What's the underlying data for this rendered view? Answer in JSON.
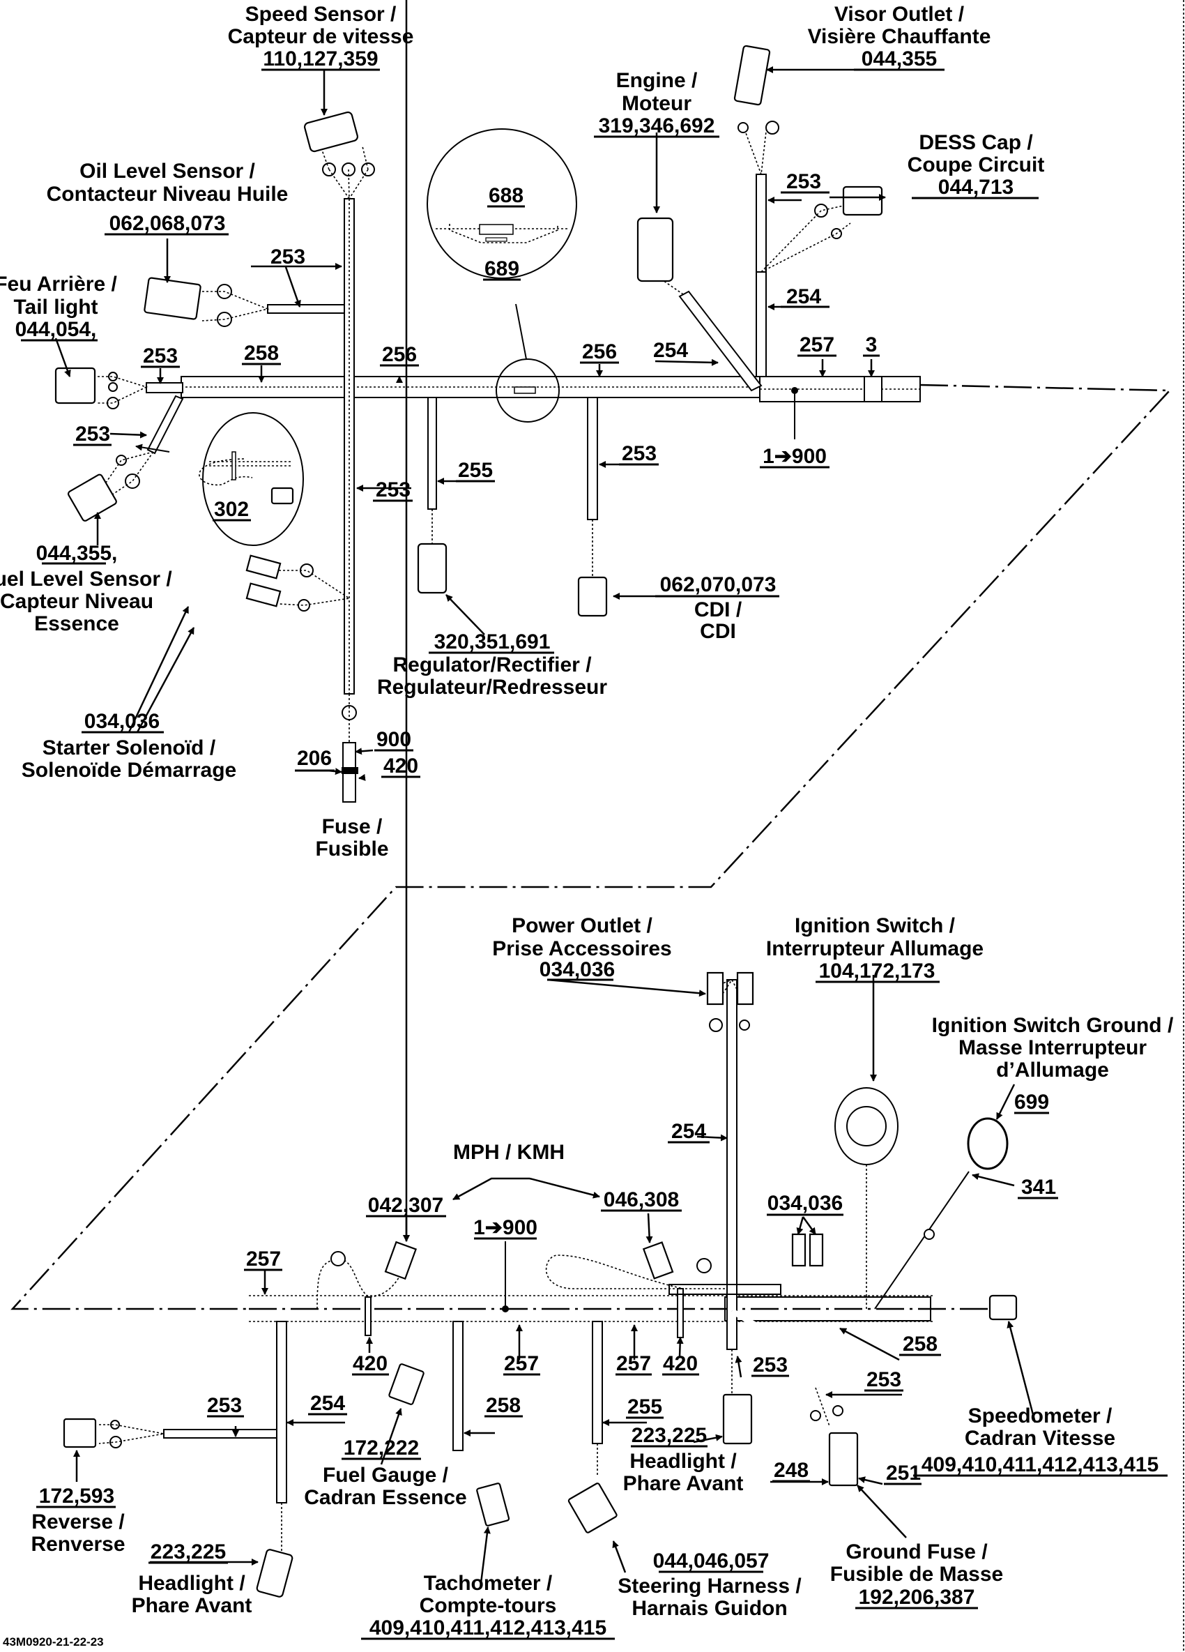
{
  "drawing_code": "43M0920-21-22-23",
  "top": {
    "speed_sensor": {
      "line1": "Speed Sensor /",
      "line2": "Capteur de vitesse",
      "codes": "110,127,359"
    },
    "oil_level": {
      "line1": "Oil Level Sensor /",
      "line2": "Contacteur Niveau Huile",
      "codes": "062,068,073"
    },
    "tail_light": {
      "line1": "Feu Arrière /",
      "line2": "Tail light",
      "codes": "044,054,"
    },
    "fuel_level": {
      "codes": "044,355,",
      "line1": "Fuel Level Sensor /",
      "line2": "Capteur Niveau",
      "line3": "Essence"
    },
    "starter": {
      "codes": "034,036",
      "line1": "Starter Solenoïd /",
      "line2": "Solenoïde Démarrage"
    },
    "fuse": {
      "line1": "Fuse /",
      "line2": "Fusible",
      "p206": "206",
      "p900": "900",
      "p420": "420"
    },
    "regulator": {
      "codes": "320,351,691",
      "line1": "Regulator/Rectifier /",
      "line2": "Regulateur/Redresseur"
    },
    "cdi": {
      "codes": "062,070,073",
      "line1": "CDI /",
      "line2": "CDI"
    },
    "engine": {
      "line1": "Engine /",
      "line2": "Moteur",
      "codes": "319,346,692"
    },
    "visor": {
      "line1": "Visor Outlet /",
      "line2": "Visière Chauffante",
      "codes": "044,355"
    },
    "dess": {
      "line1": "DESS Cap /",
      "line2": "Coupe Circuit",
      "codes": "044,713"
    },
    "detail_top": {
      "a": "688",
      "b": "689"
    },
    "detail_302": "302",
    "refs": {
      "r253a": "253",
      "r253b": "253",
      "r253c": "253",
      "r253d": "253",
      "r253e": "253",
      "r258": "258",
      "r256a": "256",
      "r256b": "256",
      "r254a": "254",
      "r254b": "254",
      "r255": "255",
      "r257": "257",
      "r3": "3",
      "r1900": "1➔900"
    }
  },
  "bottom": {
    "power_outlet": {
      "line1": "Power Outlet /",
      "line2": "Prise Accessoires",
      "codes": "034,036"
    },
    "ignition": {
      "line1": "Ignition Switch /",
      "line2": "Interrupteur Allumage",
      "codes": "104,172,173"
    },
    "ign_ground": {
      "line1": "Ignition Switch Ground /",
      "line2": "Masse Interrupteur",
      "line3": "d’Allumage",
      "codes": "699",
      "p341": "341"
    },
    "mph_kmh": "MPH / KMH",
    "mph_a": "042,307",
    "mph_b": "046,308",
    "acc_034": "034,036",
    "speedometer": {
      "line1": "Speedometer /",
      "line2": "Cadran Vitesse",
      "codes": "409,410,411,412,413,415"
    },
    "reverse": {
      "codes": "172,593",
      "line1": "Reverse /",
      "line2": "Renverse"
    },
    "headlight_left": {
      "codes": "223,225",
      "line1": "Headlight /",
      "line2": "Phare Avant"
    },
    "headlight_right": {
      "codes": "223,225",
      "line1": "Headlight /",
      "line2": "Phare Avant"
    },
    "fuel_gauge": {
      "codes": "172,222",
      "line1": "Fuel Gauge /",
      "line2": "Cadran Essence"
    },
    "tachometer": {
      "line1": "Tachometer /",
      "line2": "Compte-tours",
      "codes": "409,410,411,412,413,415"
    },
    "steering": {
      "codes": "044,046,057",
      "line1": "Steering Harness /",
      "line2": "Harnais Guidon"
    },
    "ground_fuse": {
      "line1": "Ground Fuse /",
      "line2": "Fusible de Masse",
      "codes": "192,206,387",
      "p248": "248",
      "p251": "251"
    },
    "refs": {
      "r257a": "257",
      "r257b": "257",
      "r257c": "257",
      "r1900": "1➔900",
      "r420a": "420",
      "r420b": "420",
      "r253a": "253",
      "r253b": "253",
      "r253c": "253",
      "r254a": "254",
      "r254b": "254",
      "r258a": "258",
      "r258b": "258",
      "r255": "255"
    }
  }
}
